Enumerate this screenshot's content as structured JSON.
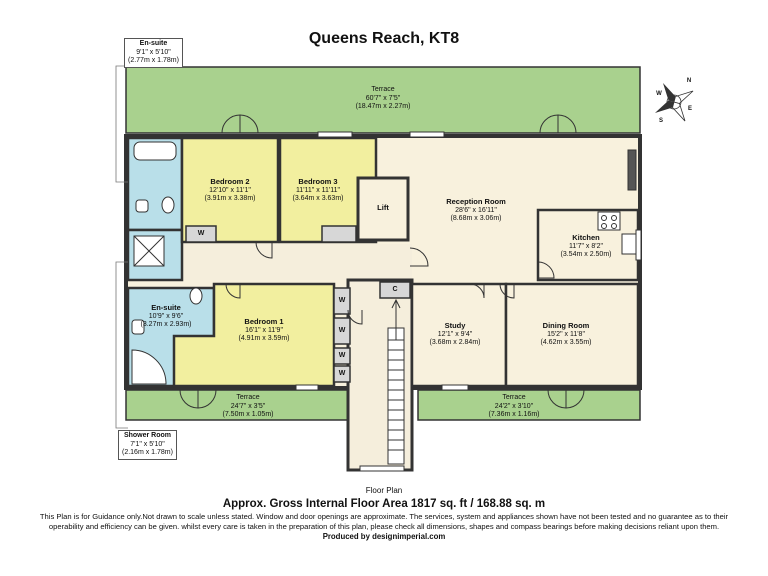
{
  "title": "Queens Reach, KT8",
  "rooms": {
    "terrace_top": {
      "name": "Terrace",
      "dims": "60'7\" x 7'5\"",
      "metric": "(18.47m x 2.27m)"
    },
    "bedroom2": {
      "name": "Bedroom 2",
      "dims": "12'10\" x 11'1\"",
      "metric": "(3.91m x 3.38m)"
    },
    "bedroom3": {
      "name": "Bedroom 3",
      "dims": "11'11\" x 11'11\"",
      "metric": "(3.64m x 3.63m)"
    },
    "lift": {
      "name": "Lift"
    },
    "reception": {
      "name": "Reception Room",
      "dims": "28'6\" x 16'11\"",
      "metric": "(8.68m x 3.06m)"
    },
    "kitchen": {
      "name": "Kitchen",
      "dims": "11'7\" x 8'2\"",
      "metric": "(3.54m x 2.50m)"
    },
    "ensuite_lower": {
      "name": "En-suite",
      "dims": "10'9\" x 9'6\"",
      "metric": "(3.27m x 2.93m)"
    },
    "bedroom1": {
      "name": "Bedroom 1",
      "dims": "16'1\" x 11'9\"",
      "metric": "(4.91m x 3.59m)"
    },
    "study": {
      "name": "Study",
      "dims": "12'1\" x 9'4\"",
      "metric": "(3.68m x 2.84m)"
    },
    "dining": {
      "name": "Dining Room",
      "dims": "15'2\" x 11'8\"",
      "metric": "(4.62m x 3.55m)"
    },
    "terrace_bl": {
      "name": "Terrace",
      "dims": "24'7\" x 3'5\"",
      "metric": "(7.50m x 1.05m)"
    },
    "terrace_br": {
      "name": "Terrace",
      "dims": "24'2\" x 3'10\"",
      "metric": "(7.36m x 1.16m)"
    }
  },
  "callouts": {
    "ensuite_top": {
      "name": "En-suite",
      "dims": "9'1\" x 5'10\"",
      "metric": "(2.77m x 1.78m)"
    },
    "shower_room": {
      "name": "Shower Room",
      "dims": "7'1\" x 5'10\"",
      "metric": "(2.16m x 1.78m)"
    }
  },
  "symbols": {
    "wardrobe": "W",
    "cupboard": "C"
  },
  "compass": {
    "n": "N",
    "s": "S",
    "e": "E",
    "w": "W"
  },
  "colors": {
    "terrace": "#a9d18e",
    "bedroom": "#f2ef9f",
    "wet_room": "#b9dfe9",
    "living": "#f8f1dd",
    "hall": "#f5eedc",
    "walls": "#333333"
  },
  "footer": {
    "floor_plan": "Floor Plan",
    "area": "Approx. Gross Internal Floor Area 1817 sq. ft  /  168.88 sq. m",
    "disclaimer_1": "This Plan is for Guidance only.Not drawn to scale unless stated. Window and door openings are approximate. The services, system and appliances shown have not been tested and no guarantee as to their",
    "disclaimer_2": "operability and efficiency can be given. whilst every care is taken in the preparation of this plan, please check all dimensions, shapes and compass bearings before making decisions reliant upon them.",
    "produced": "Produced by designimperial.com"
  }
}
